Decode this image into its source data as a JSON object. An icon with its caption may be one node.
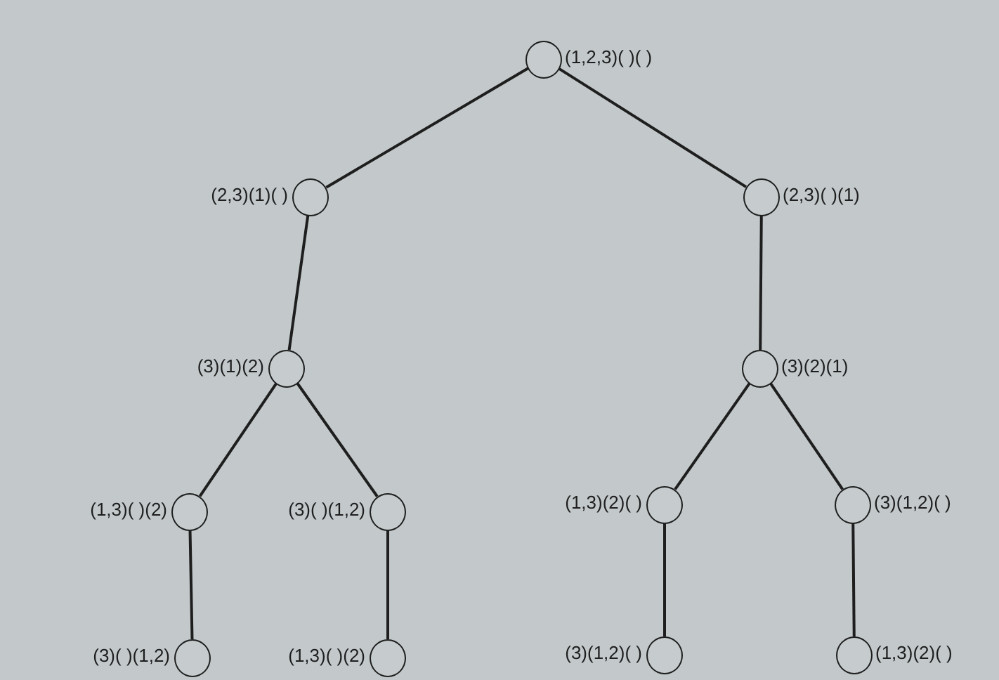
{
  "diagram": {
    "nodes": [
      {
        "text": [],
        "shape": "circle",
        "beside": [
          "(1,2,3)( )( )"
        ]
      },
      {
        "text": [],
        "shape": "circle",
        "beside": [
          "(2,3)(1)( )"
        ]
      },
      {
        "text": [],
        "shape": "circle",
        "beside": [
          "(2,3)( )(1)"
        ]
      },
      {
        "text": [],
        "shape": "circle",
        "beside": [
          "(3)(1)(2)"
        ]
      },
      {
        "text": [],
        "shape": "circle",
        "beside": [
          "(3)(2)(1)"
        ]
      },
      {
        "text": [],
        "shape": "circle",
        "beside": [
          "(1,3)( )(2)"
        ]
      },
      {
        "text": [],
        "shape": "circle",
        "beside": [
          "(3)( )(1,2)"
        ]
      },
      {
        "text": [],
        "shape": "circle",
        "beside": [
          "(1,3)(2)( )"
        ]
      },
      {
        "text": [],
        "shape": "circle",
        "beside": [
          "(3)(1,2)( )"
        ]
      },
      {
        "text": [],
        "shape": "circle",
        "beside": [
          "(3)( )(1,2)"
        ]
      },
      {
        "text": [],
        "shape": "circle",
        "beside": [
          "(1,3)( )(2)"
        ]
      },
      {
        "text": [],
        "shape": "circle",
        "beside": [
          "(3)(1,2)( )"
        ]
      },
      {
        "text": [],
        "shape": "circle",
        "beside": [
          "(1,3)(2)( )"
        ]
      }
    ],
    "edges": [
      {
        "from": 0,
        "to": 1,
        "arrow": "none"
      },
      {
        "from": 0,
        "to": 2,
        "arrow": "none"
      },
      {
        "from": 1,
        "to": 3,
        "arrow": "none"
      },
      {
        "from": 2,
        "to": 4,
        "arrow": "none"
      },
      {
        "from": 3,
        "to": 5,
        "arrow": "none"
      },
      {
        "from": 3,
        "to": 6,
        "arrow": "none"
      },
      {
        "from": 4,
        "to": 7,
        "arrow": "none"
      },
      {
        "from": 4,
        "to": 8,
        "arrow": "none"
      },
      {
        "from": 5,
        "to": 9,
        "arrow": "none"
      },
      {
        "from": 6,
        "to": 10,
        "arrow": "none"
      },
      {
        "from": 7,
        "to": 11,
        "arrow": "none"
      },
      {
        "from": 8,
        "to": 12,
        "arrow": "none"
      }
    ]
  }
}
